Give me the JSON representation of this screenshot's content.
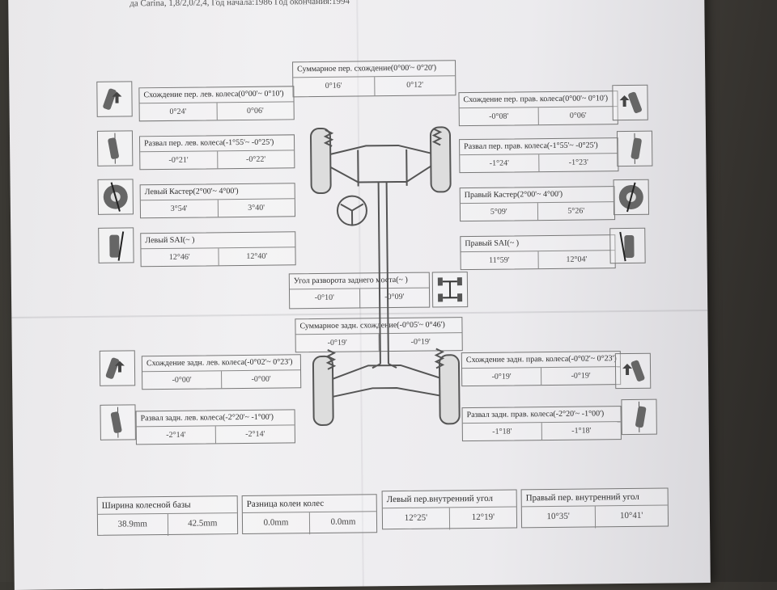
{
  "header": {
    "text": "да Carina, 1,8/2,0/2,4, Год начала:1986 Год окончания:1994"
  },
  "front_total_toe": {
    "title": "Суммарное пер. схождение(0°00'~ 0°20')",
    "left": "0°16'",
    "right": "0°12'"
  },
  "front_left_toe": {
    "title": "Схождение пер. лев. колеса(0°00'~ 0°10')",
    "left": "0°24'",
    "right": "0°06'"
  },
  "front_right_toe": {
    "title": "Схождение пер. прав. колеса(0°00'~ 0°10')",
    "left": "-0°08'",
    "right": "0°06'"
  },
  "front_left_camber": {
    "title": "Развал пер. лев. колеса(-1°55'~ -0°25')",
    "left": "-0°21'",
    "right": "-0°22'"
  },
  "front_right_camber": {
    "title": "Развал пер. прав. колеса(-1°55'~ -0°25')",
    "left": "-1°24'",
    "right": "-1°23'"
  },
  "left_caster": {
    "title": "Левый Кастер(2°00'~ 4°00')",
    "left": "3°54'",
    "right": "3°40'"
  },
  "right_caster": {
    "title": "Правый Кастер(2°00'~ 4°00')",
    "left": "5°09'",
    "right": "5°26'"
  },
  "left_sai": {
    "title": "Левый SAI(~ )",
    "left": "12°46'",
    "right": "12°40'"
  },
  "right_sai": {
    "title": "Правый SAI(~ )",
    "left": "11°59'",
    "right": "12°04'"
  },
  "thrust_angle": {
    "title": "Угол разворота заднего моста(~ )",
    "left": "-0°10'",
    "right": "-0°09'"
  },
  "rear_total_toe": {
    "title": "Суммарное задн. схождение(-0°05'~ 0°46')",
    "left": "-0°19'",
    "right": "-0°19'"
  },
  "rear_left_toe": {
    "title": "Схождение задн. лев. колеса(-0°02'~ 0°23')",
    "left": "-0°00'",
    "right": "-0°00'"
  },
  "rear_right_toe": {
    "title": "Схождение задн. прав. колеса(-0°02'~ 0°23')",
    "left": "-0°19'",
    "right": "-0°19'"
  },
  "rear_left_camber": {
    "title": "Развал задн. лев. колеса(-2°20'~ -1°00')",
    "left": "-2°14'",
    "right": "-2°14'"
  },
  "rear_right_camber": {
    "title": "Развал задн. прав. колеса(-2°20'~ -1°00')",
    "left": "-1°18'",
    "right": "-1°18'"
  },
  "wheelbase_width": {
    "title": "Ширина колесной базы",
    "left": "38.9mm",
    "right": "42.5mm"
  },
  "wheelbase_diff": {
    "title": "Разница колеи колес",
    "left": "0.0mm",
    "right": "0.0mm"
  },
  "left_inner_angle": {
    "title": "Левый пер.внутренний угол",
    "left": "12°25'",
    "right": "12°19'"
  },
  "right_inner_angle": {
    "title": "Правый пер. внутренний угол",
    "left": "10°35'",
    "right": "10°41'"
  }
}
